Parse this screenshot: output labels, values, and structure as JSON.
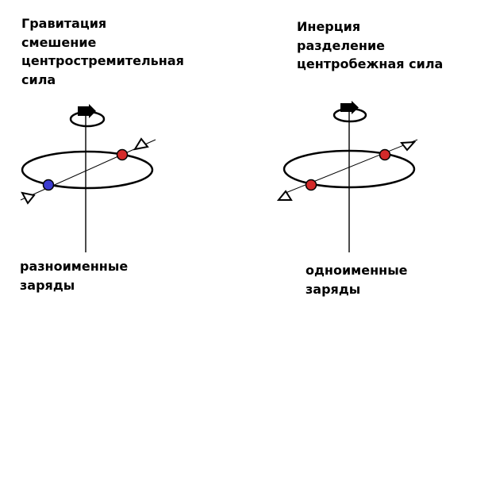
{
  "left_panel": {
    "title_lines": [
      "Гравитация",
      "смешение",
      "центростремительная",
      "сила"
    ],
    "caption_lines": [
      "разноименные",
      "заряды"
    ],
    "charge_colors": [
      "#d42a2a",
      "#3b3bd0"
    ]
  },
  "right_panel": {
    "title_lines": [
      "Инерция",
      "разделение",
      "центробежная сила"
    ],
    "caption_lines": [
      "одноименные",
      "заряды"
    ],
    "charge_colors": [
      "#d42a2a",
      "#d42a2a"
    ]
  }
}
